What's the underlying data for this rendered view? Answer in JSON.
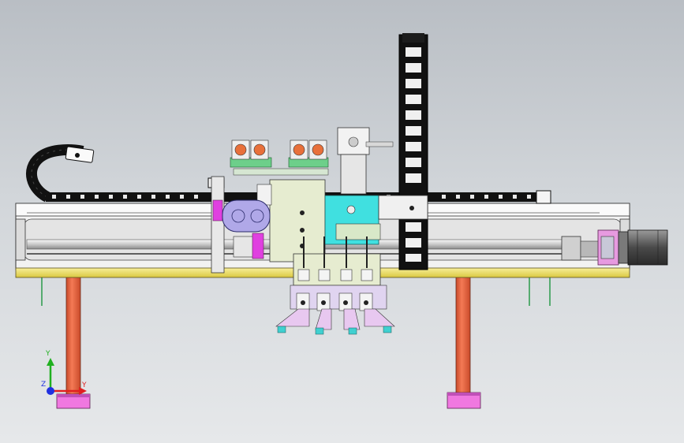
{
  "viewport": {
    "background_top": "#b9bec4",
    "background_bottom": "#e6e8ea"
  },
  "triad": {
    "x_label": "Y",
    "y_label": "Y",
    "z_label": "Z",
    "x_color": "#e02020",
    "y_color": "#20b020",
    "z_color": "#2030e0"
  },
  "colors": {
    "frame": "#f2f2f2",
    "base_rail": "#f3e46a",
    "legs": "#e8633d",
    "feet": "#f078e0",
    "cable_chain": "#111111",
    "carriage_plate": "#e6ecd0",
    "cyan_block": "#40e0e0",
    "green_pcb": "#6dcf8a",
    "motor": "#e8e8e8",
    "servo_motor": "#555555",
    "magenta": "#e040e0",
    "lavender_belt": "#b0a8e8"
  },
  "components": [
    {
      "name": "horizontal-frame"
    },
    {
      "name": "cable-chain-horizontal"
    },
    {
      "name": "cable-chain-vertical"
    },
    {
      "name": "z-axis-carriage"
    },
    {
      "name": "gripper-assembly"
    },
    {
      "name": "support-leg-left"
    },
    {
      "name": "support-leg-right"
    },
    {
      "name": "servo-motor"
    }
  ]
}
